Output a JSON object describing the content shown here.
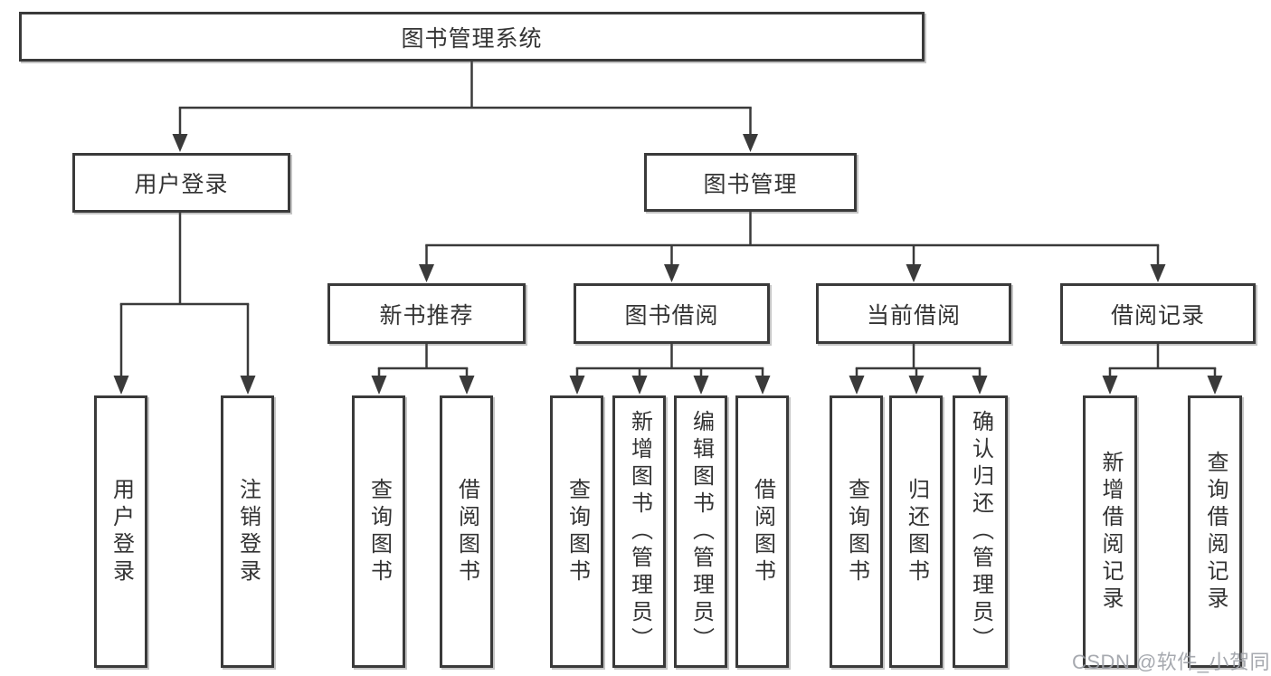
{
  "title": "图书管理系统",
  "colors": {
    "line": "#3a3a3a",
    "box_border": "#3a3a3a",
    "box_fill": "#ffffff",
    "text": "#333333",
    "watermark_text": "#9ea2a8",
    "background": "#ffffff"
  },
  "tree": {
    "root": {
      "label": "图书管理系统"
    },
    "level2": [
      {
        "label": "用户登录",
        "leaves": [
          "用户登录",
          "注销登录"
        ]
      },
      {
        "label": "图书管理",
        "groups": [
          {
            "label": "新书推荐",
            "leaves": [
              "查询图书",
              "借阅图书"
            ]
          },
          {
            "label": "图书借阅",
            "leaves": [
              "查询图书",
              "新增图书（管理员）",
              "编辑图书（管理员）",
              "借阅图书"
            ]
          },
          {
            "label": "当前借阅",
            "leaves": [
              "查询图书",
              "归还图书",
              "确认归还（管理员）"
            ]
          },
          {
            "label": "借阅记录",
            "leaves": [
              "新增借阅记录",
              "查询借阅记录"
            ]
          }
        ]
      }
    ]
  },
  "watermark": "CSDN @软件_小贺同学"
}
